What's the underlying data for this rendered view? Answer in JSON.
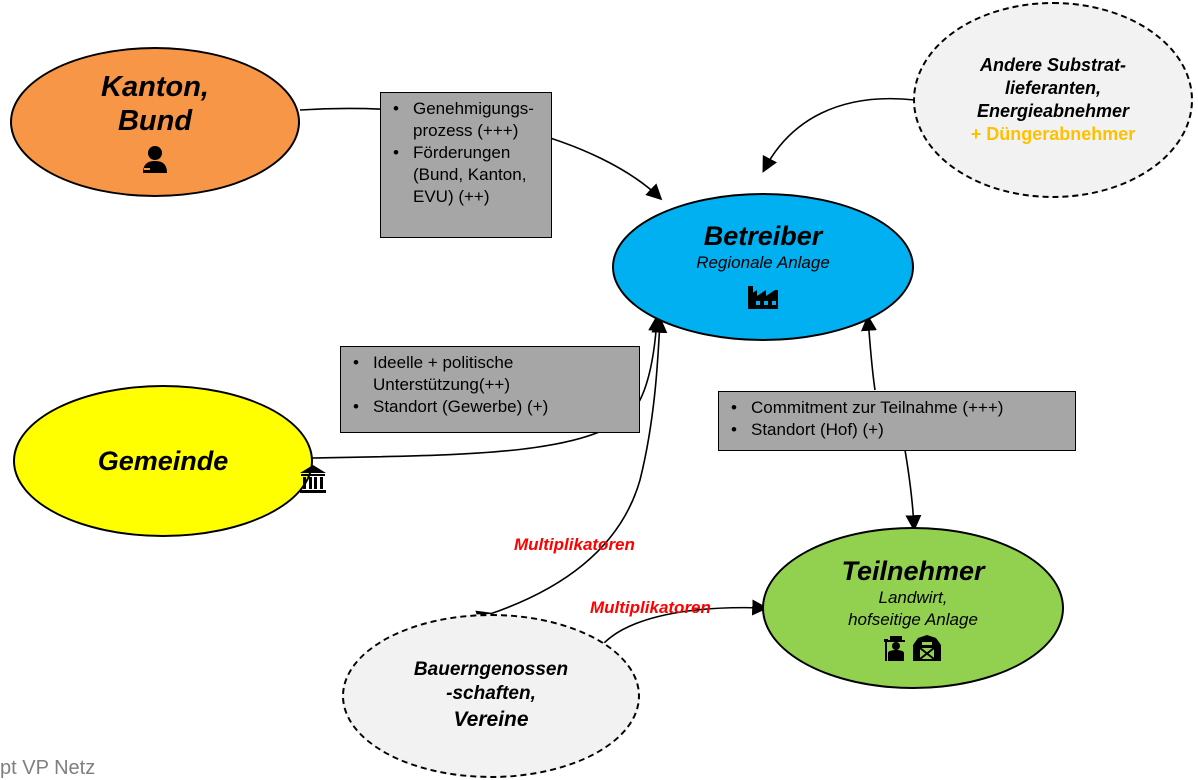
{
  "nodes": {
    "kanton": {
      "title_line1": "Kanton,",
      "title_line2": "Bund",
      "fill": "#f79646"
    },
    "betreiber": {
      "title": "Betreiber",
      "subtitle": "Regionale Anlage",
      "fill": "#00b0f0"
    },
    "gemeinde": {
      "title": "Gemeinde",
      "fill": "#ffff00"
    },
    "teilnehmer": {
      "title": "Teilnehmer",
      "subtitle_line1": "Landwirt,",
      "subtitle_line2": "hofseitige Anlage",
      "fill": "#92d050"
    },
    "andere": {
      "line1": "Andere Substrat-",
      "line2": "lieferanten,",
      "line3": "Energieabnehmer",
      "line4": "+ Düngerabnehmer",
      "accent": "#ffc000"
    },
    "bauern": {
      "line1": "Bauerngenossen",
      "line2": "-schaften,",
      "line3": "Vereine"
    }
  },
  "notes": {
    "kanton_box": [
      "Genehmigungs-prozess (+++)",
      "Förderungen (Bund, Kanton, EVU) (++)"
    ],
    "gemeinde_box": [
      "Ideelle + politische Unterstützung(++)",
      "Standort (Gewerbe) (+)"
    ],
    "teilnehmer_box": [
      "Commitment zur Teilnahme (+++)",
      "Standort (Hof) (+)"
    ]
  },
  "labels": {
    "multiplikatoren_1": "Multiplikatoren",
    "multiplikatoren_2": "Multiplikatoren"
  },
  "footer": {
    "text": "pt VP Netz"
  },
  "icons": [
    "official-person-icon",
    "factory-icon",
    "bank-building-icon",
    "farmer-icon",
    "barn-icon"
  ]
}
